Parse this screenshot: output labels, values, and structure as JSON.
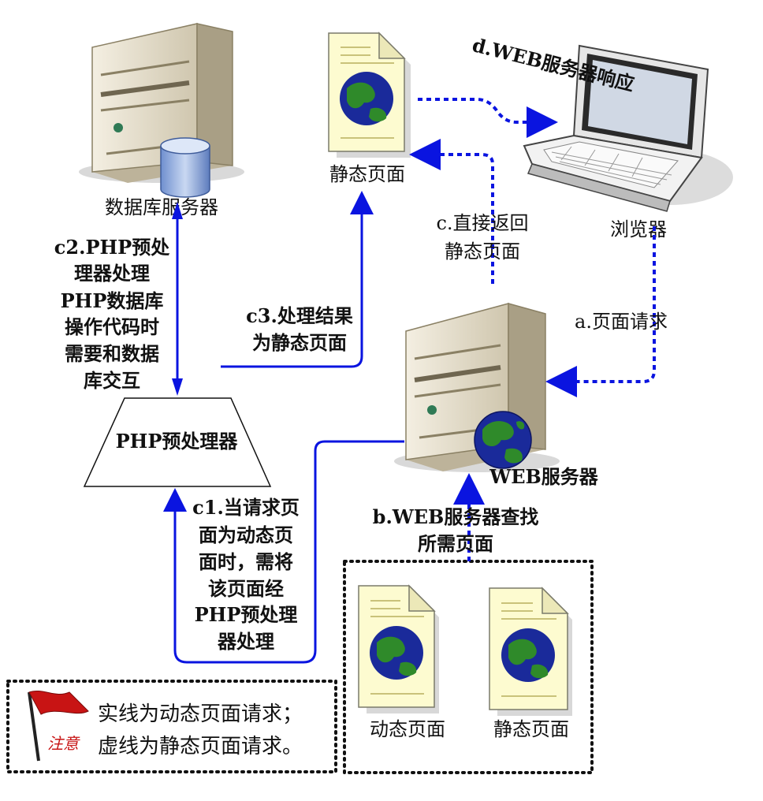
{
  "colors": {
    "solid_line": "#0a14e0",
    "dashed_line": "#0a14e0",
    "server_body": "#e8e2d2",
    "page_bg": "#fdfbd0",
    "globe_blue": "#1a2a9a",
    "globe_green": "#2f8a2a",
    "db_blue": "#9fb7e2",
    "flag_red": "#c81414"
  },
  "nodes": {
    "db_server": {
      "label": "数据库服务器",
      "icon": "server-with-database-icon"
    },
    "static_page_top": {
      "label": "静态页面",
      "icon": "web-page-globe-icon"
    },
    "browser": {
      "label": "浏览器",
      "icon": "laptop-icon"
    },
    "web_server": {
      "label": "WEB服务器",
      "icon": "server-with-globe-icon"
    },
    "php_preprocessor": {
      "label": "PHP预处理器",
      "shape": "trapezoid"
    },
    "dynamic_page": {
      "label": "动态页面",
      "icon": "web-page-globe-icon"
    },
    "static_page_bottom": {
      "label": "静态页面",
      "icon": "web-page-globe-icon"
    }
  },
  "edges": {
    "a": {
      "lines": [
        "a.页面请求"
      ],
      "style": "dashed"
    },
    "b": {
      "lines": [
        "b.WEB服务器查找",
        "所需页面"
      ],
      "style": "dashed"
    },
    "c": {
      "lines": [
        "c.直接返回",
        "静态页面"
      ],
      "style": "dashed"
    },
    "c1": {
      "lines": [
        "c1.当请求页",
        "面为动态页",
        "面时，需将",
        "该页面经",
        "PHP预处理",
        "器处理"
      ],
      "style": "solid"
    },
    "c2": {
      "lines": [
        "c2.PHP预处",
        "理器处理",
        "PHP数据库",
        "操作代码时",
        "需要和数据",
        "库交互"
      ],
      "style": "solid"
    },
    "c3": {
      "lines": [
        "c3.处理结果",
        "为静态页面"
      ],
      "style": "solid"
    },
    "d": {
      "lines": [
        "d.WEB服务器响应"
      ],
      "style": "dashed"
    }
  },
  "note": {
    "flag_text": "注意",
    "lines": [
      "实线为动态页面请求；",
      "虚线为静态页面请求。"
    ]
  }
}
